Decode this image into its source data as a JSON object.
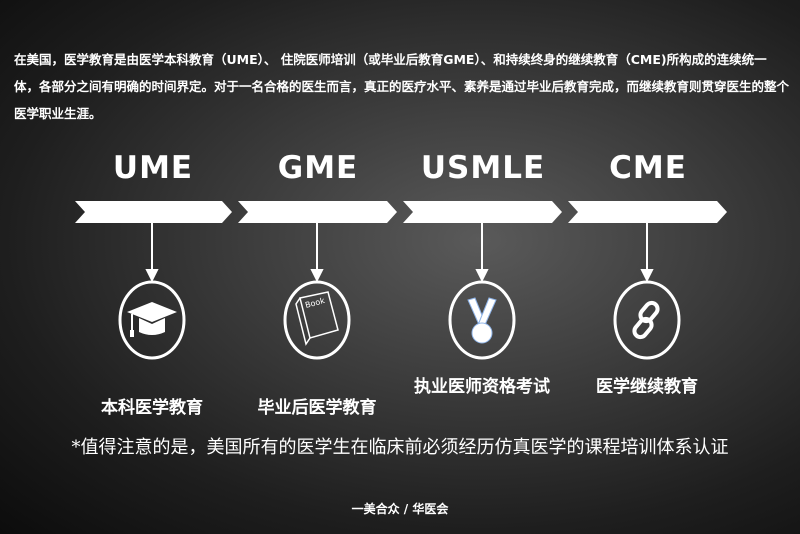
{
  "intro": "在美国，医学教育是由医学本科教育（UME）、 住院医师培训（或毕业后教育GME）、和持续终身的继续教育（CME)所构成的连续统一体，各部分之间有明确的时间界定。对于一名合格的医生而言，真正的医疗水平、素养是通过毕业后教育完成，而继续教育则贯穿医生的整个医学职业生涯。",
  "stages": [
    {
      "abbr": "UME",
      "label": "本科医学教育",
      "icon": "graduation-cap-icon"
    },
    {
      "abbr": "GME",
      "label": "毕业后医学教育",
      "icon": "book-icon"
    },
    {
      "abbr": "USMLE",
      "label": "执业医师资格考试",
      "icon": "medal-icon"
    },
    {
      "abbr": "CME",
      "label": "医学继续教育",
      "icon": "link-icon"
    }
  ],
  "note": "*值得注意的是，美国所有的医学生在临床前必须经历仿真医学的课程培训体系认证",
  "credit": "一美合众 / 华医会",
  "colors": {
    "icon_accent": "#8fb4e8"
  }
}
